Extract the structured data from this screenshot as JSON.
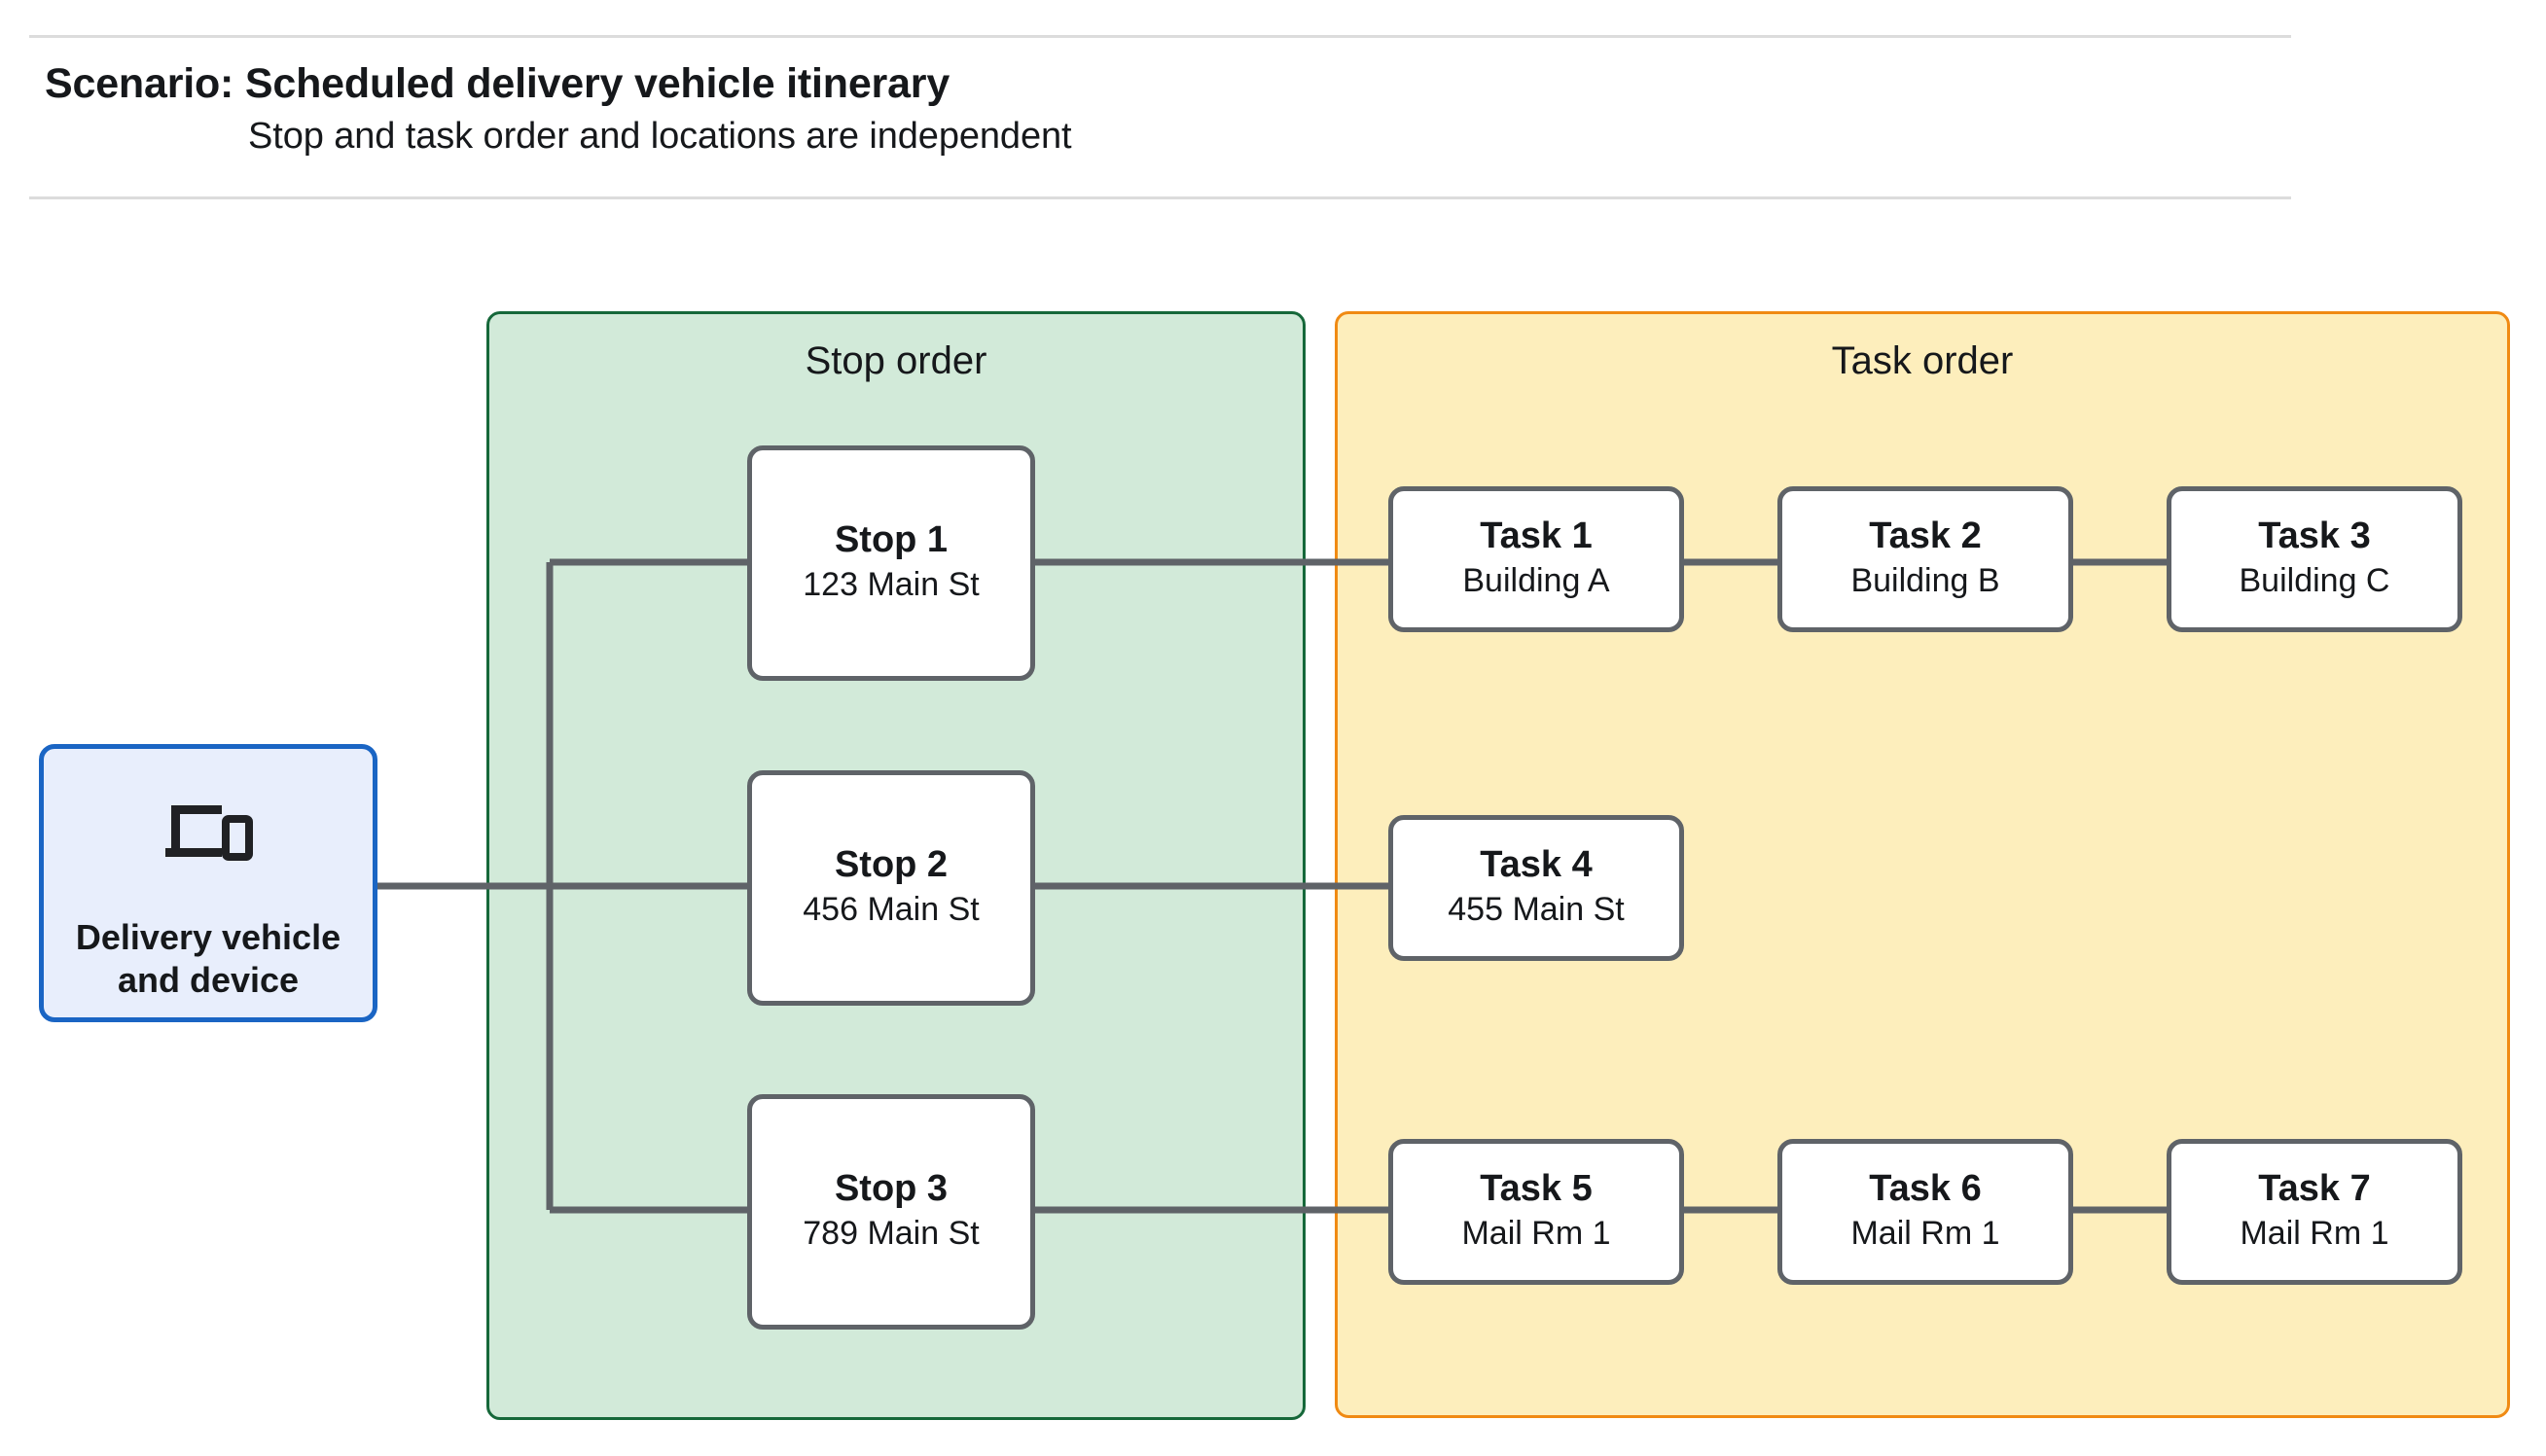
{
  "header": {
    "title": "Scenario: Scheduled delivery vehicle itinerary",
    "subtitle": "Stop and task order and locations are independent"
  },
  "device": {
    "label": "Delivery vehicle\nand device",
    "icon": "devices-icon",
    "border_color": "#1a65c4",
    "fill_color": "#e8eefc"
  },
  "groups": {
    "stop_order": {
      "label": "Stop order",
      "fill_color": "#d2ead9",
      "border_color": "#16683a"
    },
    "task_order": {
      "label": "Task order",
      "fill_color": "#fdeebc",
      "border_color": "#f08a13"
    }
  },
  "stops": [
    {
      "title": "Stop 1",
      "sub": "123 Main St"
    },
    {
      "title": "Stop 2",
      "sub": "456 Main St"
    },
    {
      "title": "Stop 3",
      "sub": "789 Main St"
    }
  ],
  "tasks": [
    {
      "title": "Task 1",
      "sub": "Building A"
    },
    {
      "title": "Task 2",
      "sub": "Building B"
    },
    {
      "title": "Task 3",
      "sub": "Building C"
    },
    {
      "title": "Task 4",
      "sub": "455 Main St"
    },
    {
      "title": "Task 5",
      "sub": "Mail Rm 1"
    },
    {
      "title": "Task 6",
      "sub": "Mail Rm 1"
    },
    {
      "title": "Task 7",
      "sub": "Mail Rm 1"
    }
  ],
  "connector_color": "#5f6368"
}
